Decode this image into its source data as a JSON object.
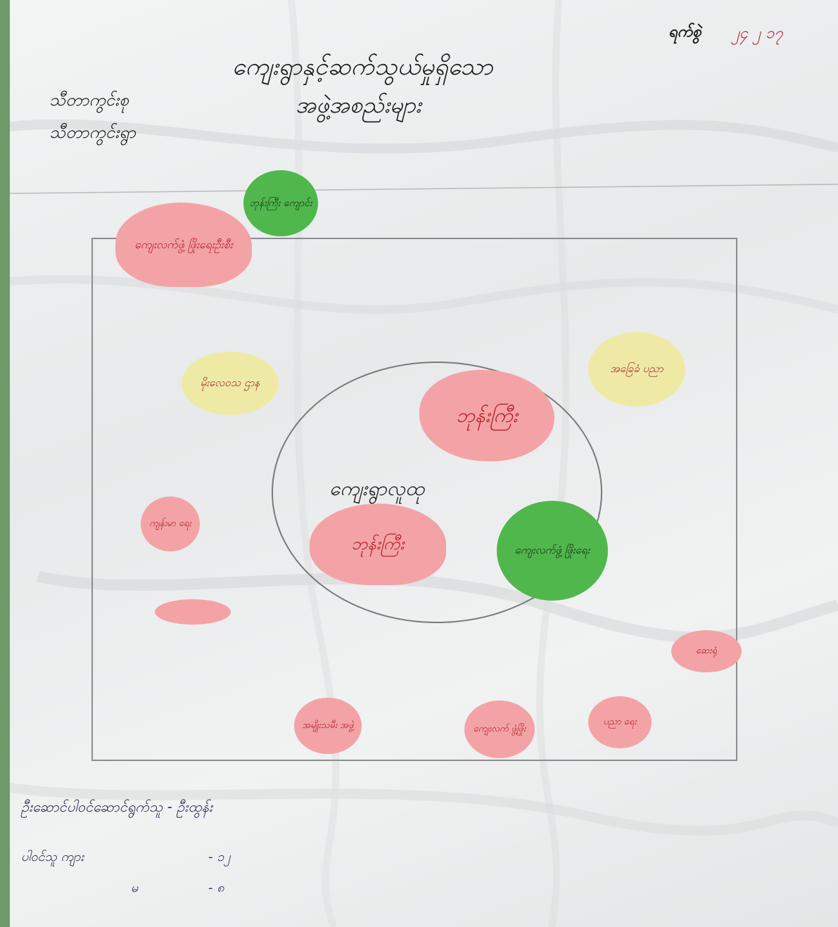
{
  "date_label": "ရက်စွဲ",
  "date_value": "၂၄ ၂ ၁၇",
  "title_line_1": "ကျေးရွာနှင့်ဆက်သွယ်မှုရှိသော",
  "title_line_2": "အဖွဲ့အစည်းများ",
  "village_info_line_1": "သီတာကွင်းစု",
  "village_info_line_2": "သီတာကွင်းရွာ",
  "center_label": "ကျေးရွာလူထု",
  "notes": {
    "green_top": "ဘုန်းကြီး ကျောင်း",
    "pink_top_left": "ကျေးလက်ဖွံ့ ဖြိုးရေးဦးစီး",
    "yellow_left": "မိုးလေဝသ ဌာန",
    "yellow_right": "အခြေခံ ပညာ",
    "pink_big_top": "ဘုန်းကြီး",
    "pink_big_bottom": "ဘုန်းကြီး",
    "green_big": "ကျေးလက်ဖွံ့ ဖြိုးရေး",
    "pink_left_small": "ကျန်းမာ ရေး",
    "pink_right_small": "ဆေးရုံ",
    "pink_bottom_1": "အမျိုးသမီး အဖွဲ့",
    "pink_bottom_2": "ကျေးလက် ဖွံ့ဖြိုး",
    "pink_bottom_3": "ပညာ ရေး"
  },
  "footer_line_1": "ဦးဆောင်ပါဝင်ဆောင်ရွက်သူ - ဦးထွန်း",
  "footer_line_2": "ပါဝင်သူ ကျား",
  "footer_value_2": "- ၁၂",
  "footer_line_3": "မ",
  "footer_value_3": "- ၈"
}
